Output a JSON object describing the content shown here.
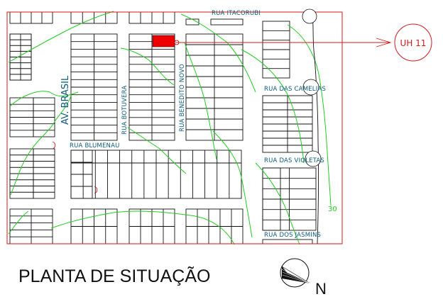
{
  "title": "PLANTA DE SITUAÇÃO",
  "north_label": "N",
  "unit_tag": "UH 11",
  "contour_label": "30",
  "streets": {
    "itacorubi": "RUA ITACORUBI",
    "brasil": "AV. BRASIL",
    "botuvera": "RUA BOTUVERA",
    "benedito_novo": "RUA BENEDITO NOVO",
    "camelias": "RUA DAS CAMELIAS",
    "blumenau": "RUA BLUMENAU",
    "violetas": "RUA DAS VIOLETAS",
    "jasmins": "RUA DOS JASMINS"
  },
  "colors": {
    "border": "#d11a1a",
    "lots": "#111111",
    "contours": "#22cc22",
    "highlight_lot": "#ee0000",
    "street_text": "#0a5a7a"
  }
}
